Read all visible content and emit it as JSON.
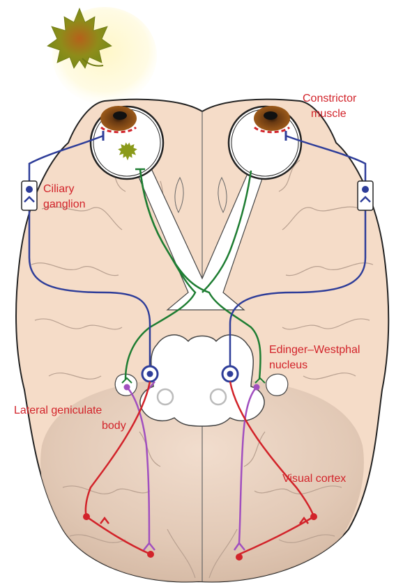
{
  "labels": {
    "constrictor_muscle": [
      "Constrictor",
      "muscle"
    ],
    "ciliary_ganglion": [
      "Ciliary",
      "ganglion"
    ],
    "edinger_westphal_nucleus": [
      "Edinger–Westphal",
      "nucleus"
    ],
    "lateral_geniculate_body": [
      "Lateral geniculate",
      "body"
    ],
    "visual_cortex": "Visual cortex"
  },
  "pathway_colors": {
    "parasympathetic_efferent": "#2e3d99",
    "optic_afferent": "#1e7d32",
    "geniculocalcarine": "#d2232a",
    "pretectal": "#a14fbf",
    "label_text": "#d2232a",
    "brain_fill": "#f5dcc8",
    "leaf": "#8a9a1a"
  },
  "icons": [
    "maple-leaf-icon",
    "eye-left",
    "eye-right",
    "ciliary-ganglion-left",
    "ciliary-ganglion-right"
  ]
}
